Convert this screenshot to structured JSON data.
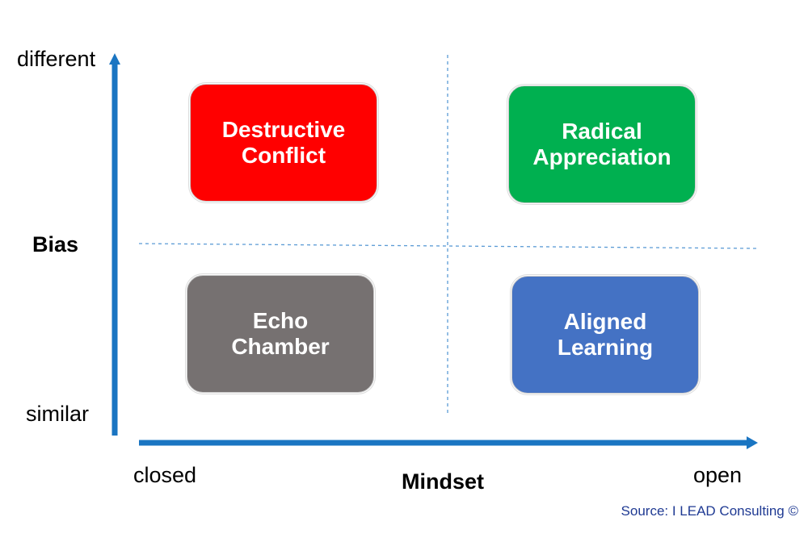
{
  "y_axis": {
    "title": "Bias",
    "top_label": "different",
    "bottom_label": "similar"
  },
  "x_axis": {
    "title": "Mindset",
    "left_label": "closed",
    "right_label": "open"
  },
  "quadrants": [
    {
      "label": "Destructive\nConflict",
      "color": "#ff0000"
    },
    {
      "label": "Radical\nAppreciation",
      "color": "#00b050"
    },
    {
      "label": "Echo\nChamber",
      "color": "#767171"
    },
    {
      "label": "Aligned\nLearning",
      "color": "#4472c4"
    }
  ],
  "colors": {
    "axis": "#1a75c2",
    "divider": "#5b9bd5",
    "source_text": "#1f3a93"
  },
  "source": "Source: I LEAD Consulting ©"
}
